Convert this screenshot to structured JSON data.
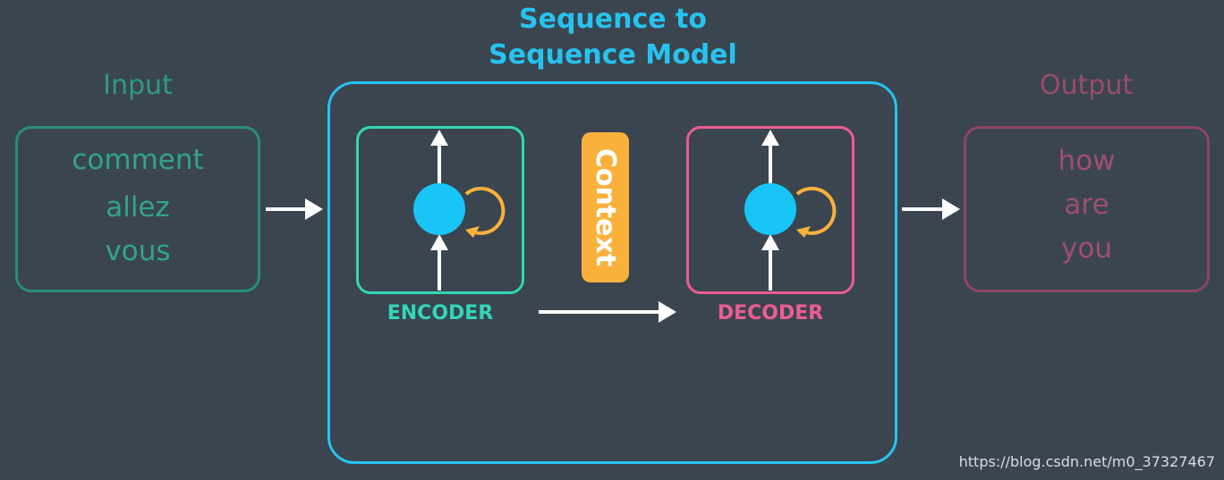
{
  "title": {
    "line1": "Sequence to",
    "line2": "Sequence Model"
  },
  "input": {
    "label": "Input",
    "words": [
      "comment",
      "allez",
      "vous"
    ]
  },
  "output": {
    "label": "Output",
    "words": [
      "how",
      "are",
      "you"
    ]
  },
  "encoder": {
    "label": "ENCODER"
  },
  "decoder": {
    "label": "DECODER"
  },
  "context": {
    "label": "Context"
  },
  "watermark": "https://blog.csdn.net/m0_37327467",
  "colors": {
    "background": "#3a4550",
    "title": "#27c3f0",
    "input": "#2e9a86",
    "output": "#9b4b6b",
    "encoder": "#33d6b6",
    "decoder": "#ee5c92",
    "context": "#f9b13c",
    "hidden_state": "#17c6f6",
    "arrow": "#ffffff",
    "loop": "#f9b13c"
  }
}
